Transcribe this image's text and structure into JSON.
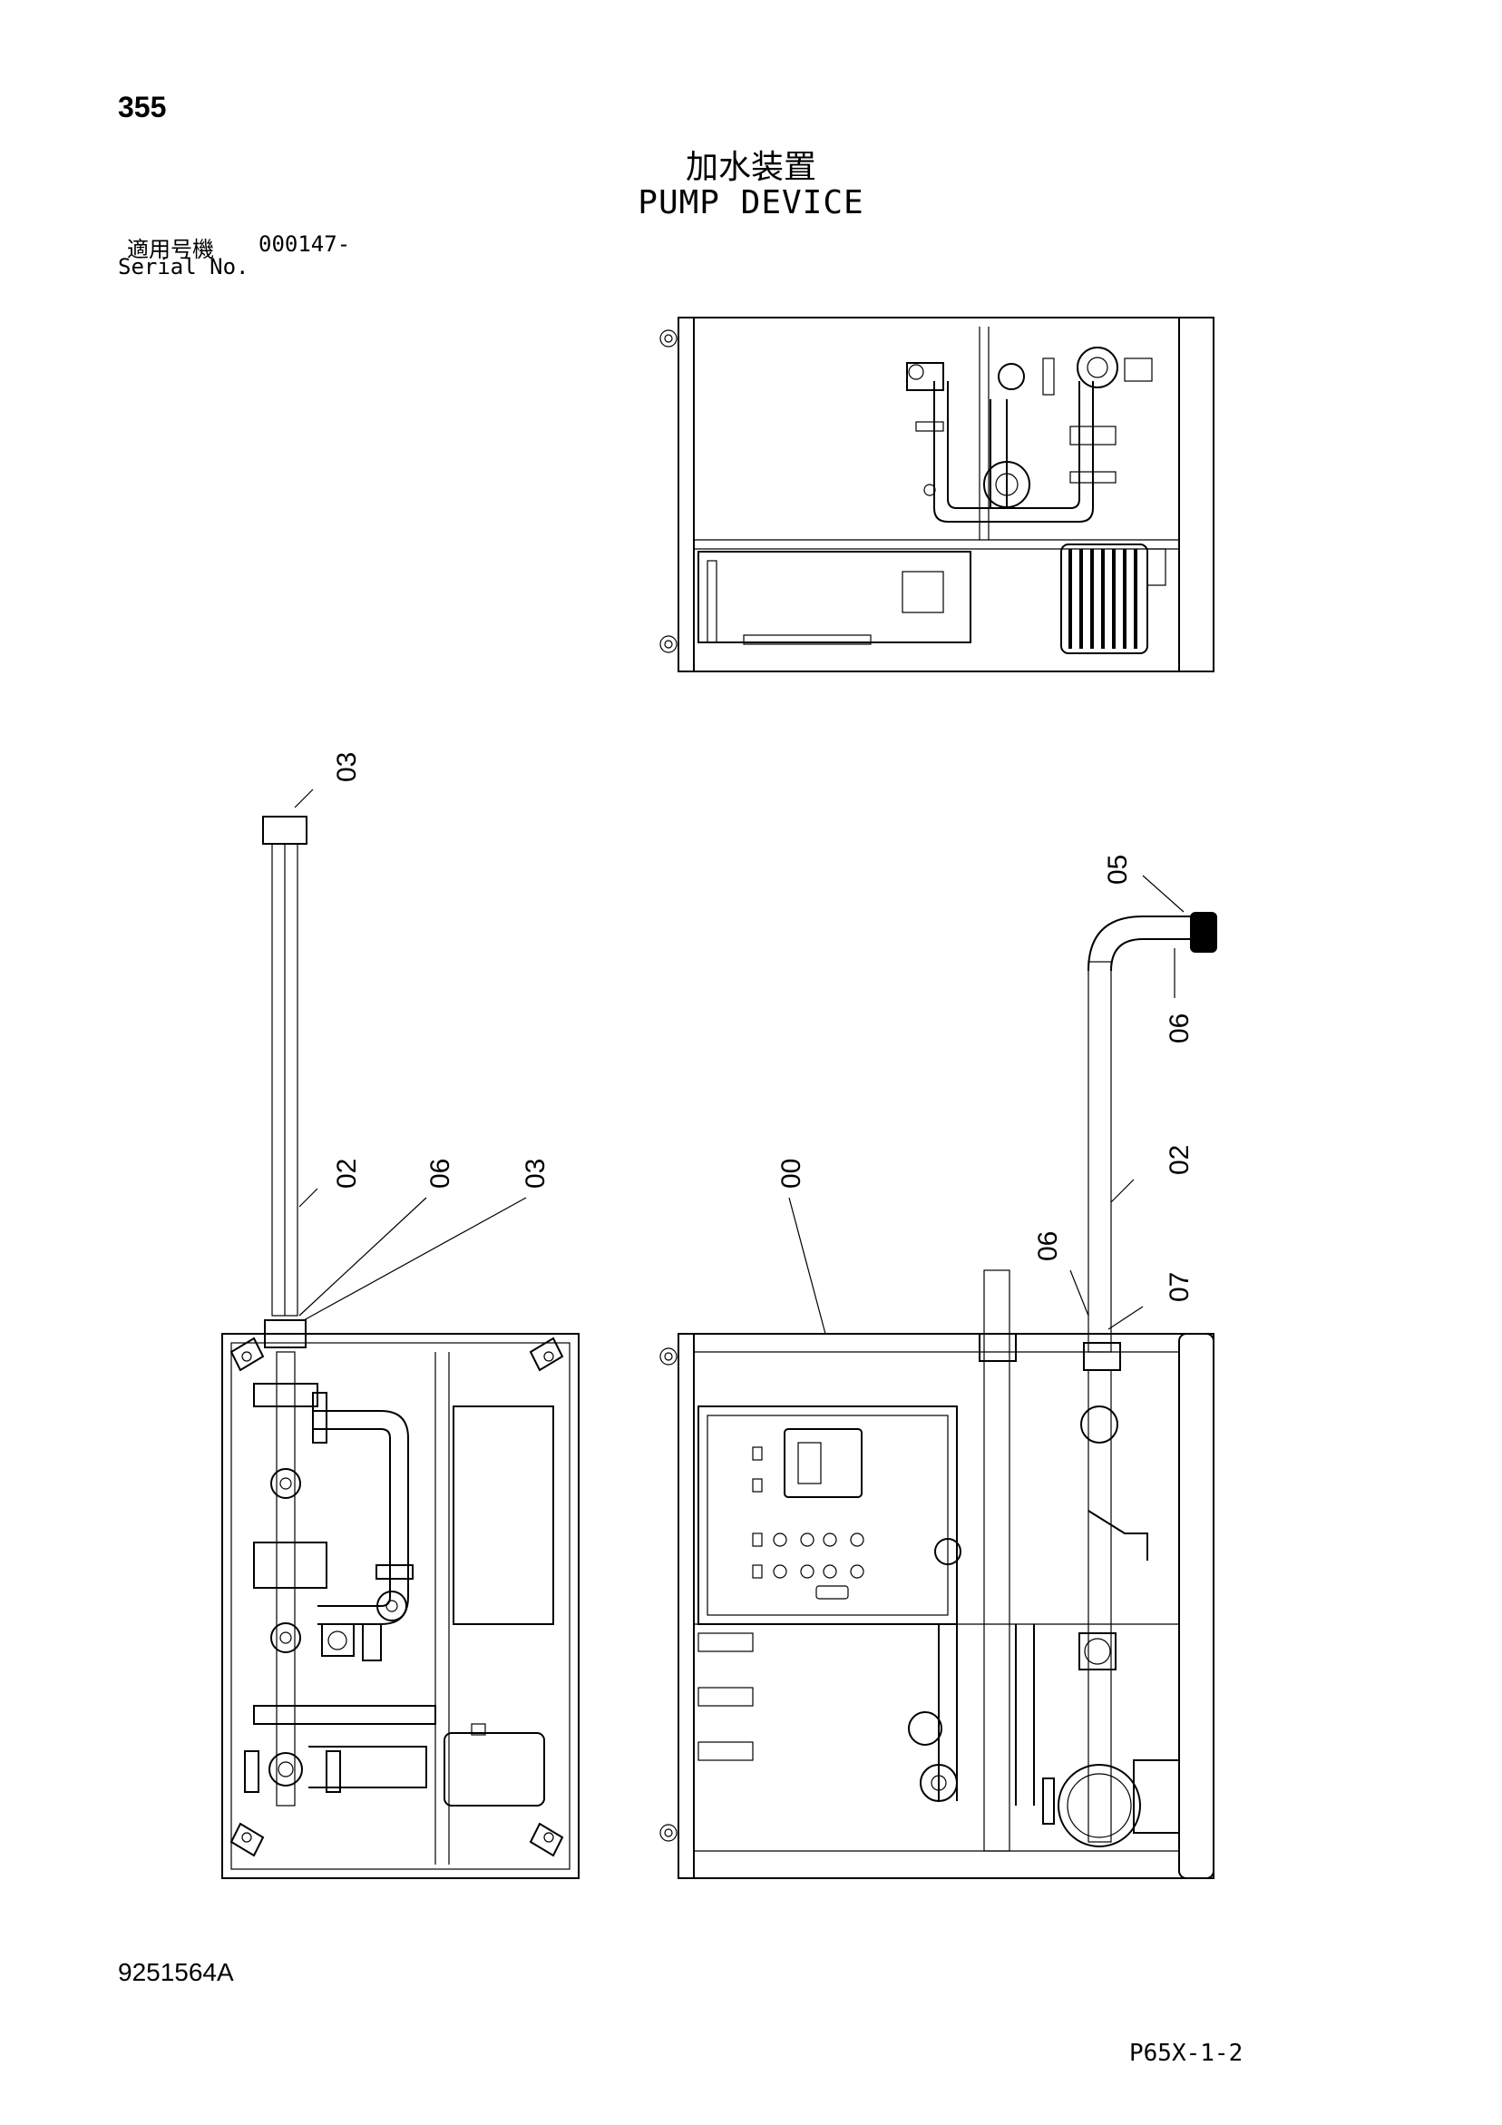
{
  "header": {
    "page_number": "355",
    "title_jp": "加水装置",
    "title_en": "PUMP DEVICE",
    "serial_label_jp": "適用号機",
    "serial_value": "000147-",
    "serial_label_en": "Serial No."
  },
  "callouts": {
    "left_top": "03",
    "left_02": "02",
    "left_06": "06",
    "left_03": "03",
    "mid_00": "00",
    "right_05": "05",
    "right_06a": "06",
    "right_02": "02",
    "right_06b": "06",
    "right_07": "07"
  },
  "footer": {
    "document_number": "9251564A",
    "sheet_code": "P65X-1-2"
  }
}
